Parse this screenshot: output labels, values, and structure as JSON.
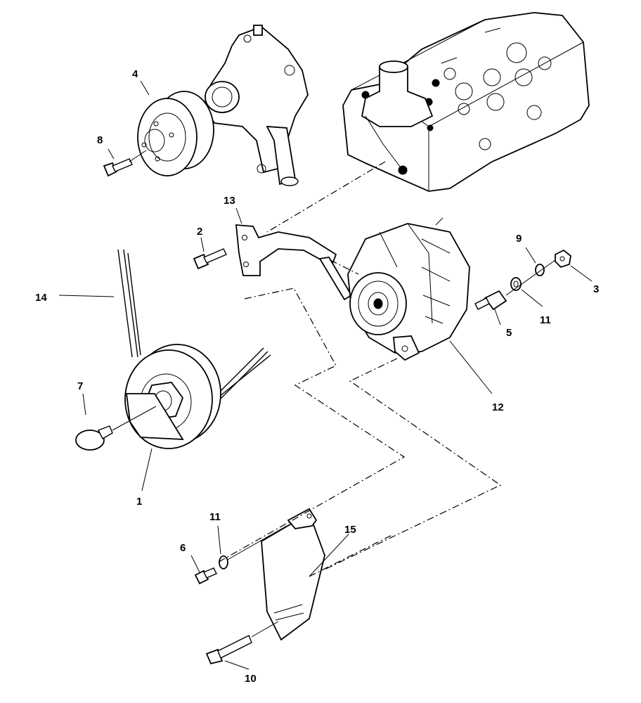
{
  "diagram": {
    "callouts": [
      {
        "id": "c1",
        "text": "1"
      },
      {
        "id": "c2",
        "text": "2"
      },
      {
        "id": "c3",
        "text": "3"
      },
      {
        "id": "c4",
        "text": "4"
      },
      {
        "id": "c5",
        "text": "5"
      },
      {
        "id": "c6",
        "text": "6"
      },
      {
        "id": "c7",
        "text": "7"
      },
      {
        "id": "c8",
        "text": "8"
      },
      {
        "id": "c9",
        "text": "9"
      },
      {
        "id": "c10",
        "text": "10"
      },
      {
        "id": "c11a",
        "text": "11"
      },
      {
        "id": "c11b",
        "text": "11"
      },
      {
        "id": "c12",
        "text": "12"
      },
      {
        "id": "c13",
        "text": "13"
      },
      {
        "id": "c14",
        "text": "14"
      },
      {
        "id": "c15",
        "text": "15"
      }
    ]
  }
}
